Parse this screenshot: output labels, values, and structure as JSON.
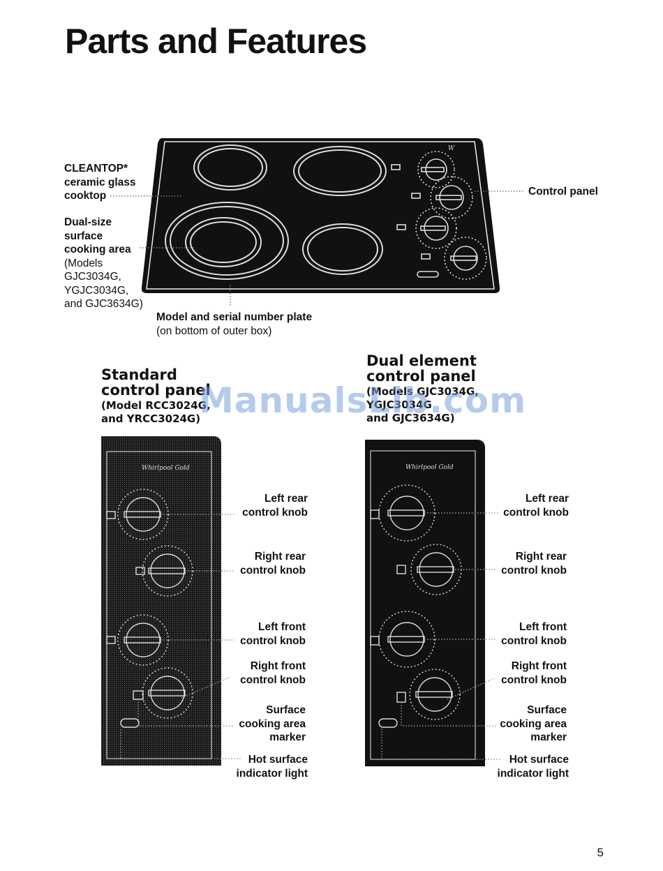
{
  "page": {
    "title": "Parts and Features",
    "page_number": "5",
    "watermark": "ManualsLib.com"
  },
  "cooktop": {
    "label_cleantop": [
      "CLEANTOP*",
      "ceramic glass",
      "cooktop"
    ],
    "label_dual_size": [
      "Dual-size",
      "surface",
      "cooking area"
    ],
    "label_dual_size_models": [
      "(Models",
      "GJC3034G,",
      "YGJC3034G,",
      "and GJC3634G)"
    ],
    "label_control_panel": "Control panel",
    "label_model_plate": "Model and serial number plate",
    "label_model_plate_note": "(on bottom of outer box)"
  },
  "standard_panel": {
    "heading": [
      "Standard",
      "control panel"
    ],
    "models": [
      "(Model RCC3024G,",
      "and YRCC3024G)"
    ],
    "labels": {
      "left_rear": [
        "Left rear",
        "control knob"
      ],
      "right_rear": [
        "Right rear",
        "control knob"
      ],
      "left_front": [
        "Left front",
        "control knob"
      ],
      "right_front": [
        "Right front",
        "control knob"
      ],
      "surface_marker": [
        "Surface",
        "cooking area",
        "marker"
      ],
      "hot_surface": [
        "Hot surface",
        "indicator light"
      ]
    }
  },
  "dual_panel": {
    "heading": [
      "Dual element",
      "control panel"
    ],
    "models": [
      "(Models GJC3034G,",
      "YGJC3034G",
      "and GJC3634G)"
    ],
    "labels": {
      "left_rear": [
        "Left rear",
        "control knob"
      ],
      "right_rear": [
        "Right rear",
        "control knob"
      ],
      "left_front": [
        "Left front",
        "control knob"
      ],
      "right_front": [
        "Right front",
        "control knob"
      ],
      "surface_marker": [
        "Surface",
        "cooking area",
        "marker"
      ],
      "hot_surface": [
        "Hot surface",
        "indicator light"
      ]
    }
  },
  "colors": {
    "panel": "#111111",
    "watermark": "#78a0dc"
  }
}
